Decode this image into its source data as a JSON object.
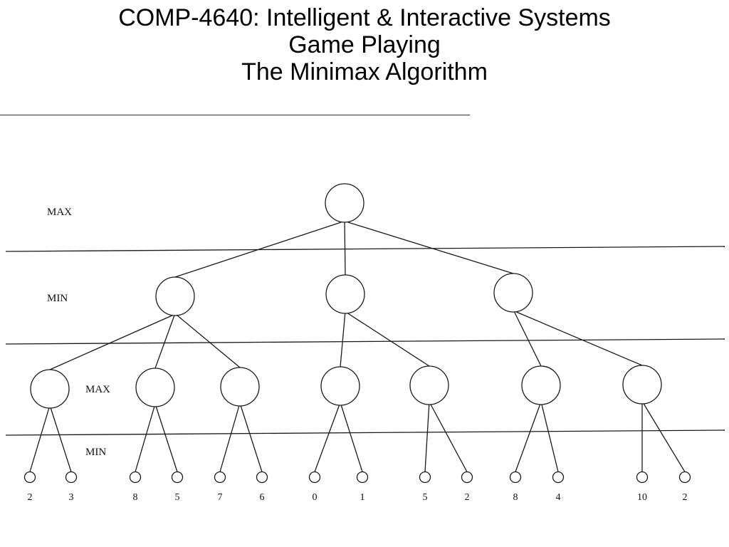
{
  "title": {
    "line1": "COMP-4640: Intelligent & Interactive Systems",
    "line2": "Game Playing",
    "line3": "The Minimax Algorithm"
  },
  "diagram": {
    "level_labels": [
      "MAX",
      "MIN",
      "MAX",
      "MIN"
    ],
    "tree": {
      "children": [
        {
          "children": [
            {
              "leaves": [
                "2",
                "3"
              ]
            },
            {
              "leaves": [
                "8",
                "5"
              ]
            },
            {
              "leaves": [
                "7",
                "6"
              ]
            }
          ]
        },
        {
          "children": [
            {
              "leaves": [
                "0",
                "1"
              ]
            },
            {
              "leaves": [
                "5",
                "2"
              ]
            }
          ]
        },
        {
          "children": [
            {
              "leaves": [
                "8",
                "4"
              ]
            },
            {
              "leaves": [
                "10",
                "2"
              ]
            }
          ]
        }
      ]
    }
  }
}
